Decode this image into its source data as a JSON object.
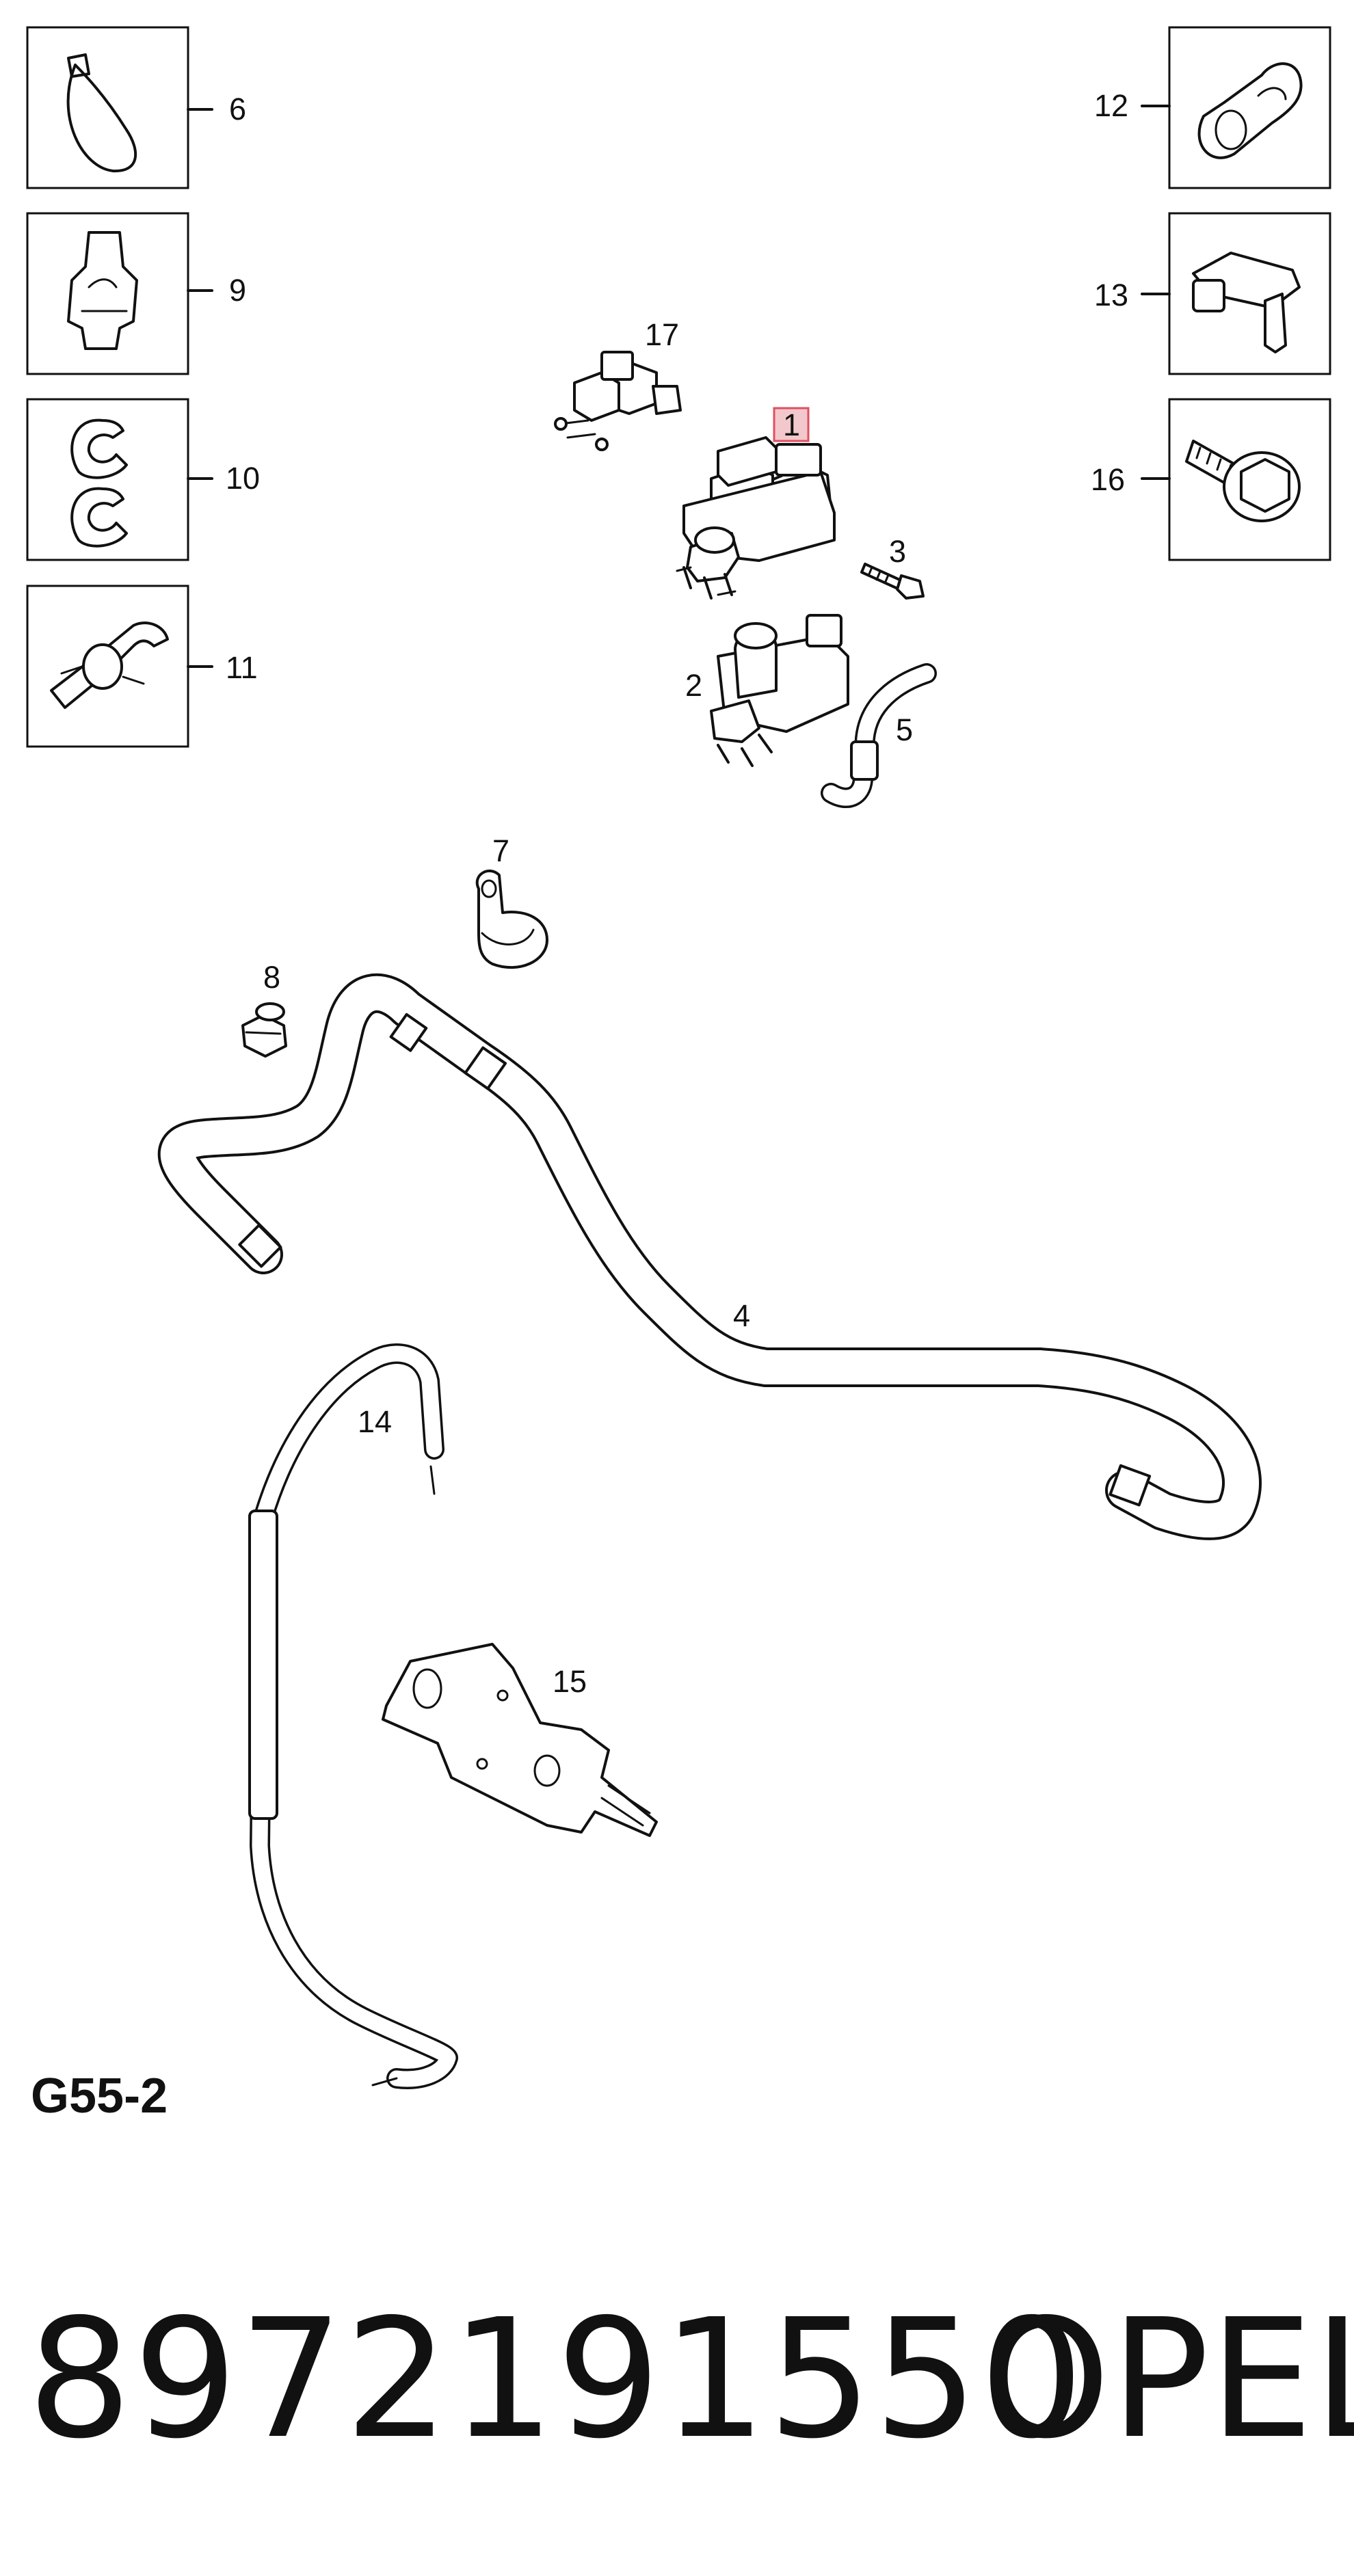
{
  "diagram_code": "G55-2",
  "part_number": "8972191550",
  "brand": "OPEL",
  "highlight_color": "#e05060",
  "callouts": {
    "c1": "1",
    "c2": "2",
    "c3": "3",
    "c4": "4",
    "c5": "5",
    "c6": "6",
    "c7": "7",
    "c8": "8",
    "c9": "9",
    "c10": "10",
    "c11": "11",
    "c12": "12",
    "c13": "13",
    "c14": "14",
    "c15": "15",
    "c16": "16",
    "c17": "17"
  },
  "parts": {
    "p6": "cable-tie",
    "p9": "hose-clip",
    "p10": "double-hose-clip",
    "p11": "pipe-clip",
    "p12": "pipe-clamp",
    "p13": "connector-clip",
    "p16": "flange-bolt",
    "p17": "solenoid-valve",
    "p1": "vacuum-modulator-valve",
    "p2": "solenoid-valve",
    "p3": "bolt",
    "p5": "hose",
    "p7": "p-clamp",
    "p8": "nut",
    "p4": "vacuum-pipe",
    "p14": "vacuum-hose",
    "p15": "mounting-bracket"
  }
}
